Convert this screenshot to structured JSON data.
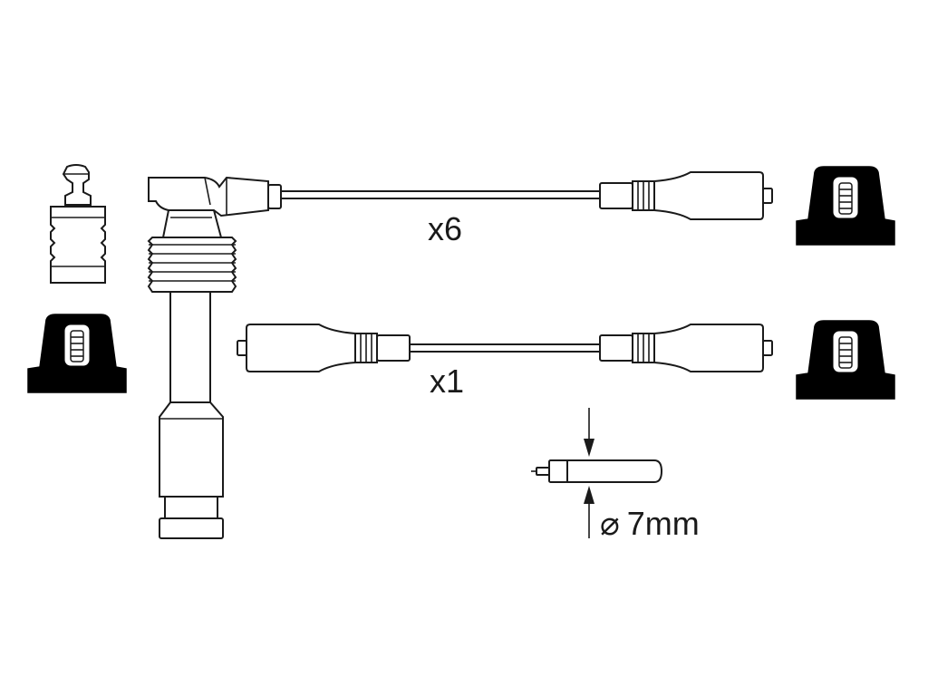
{
  "labels": {
    "cable_qty_long": "x6",
    "cable_qty_short": "x1",
    "diameter_symbol": "⌀",
    "diameter_value": "7mm"
  },
  "colors": {
    "line": "#1a1a1a",
    "fill_dark": "#000000",
    "background": "#ffffff"
  },
  "parts": [
    "spark-plug-connector",
    "distributor-cap",
    "rod-connector",
    "ignition-cable-long",
    "ignition-cable-short",
    "cable-cross-section"
  ]
}
